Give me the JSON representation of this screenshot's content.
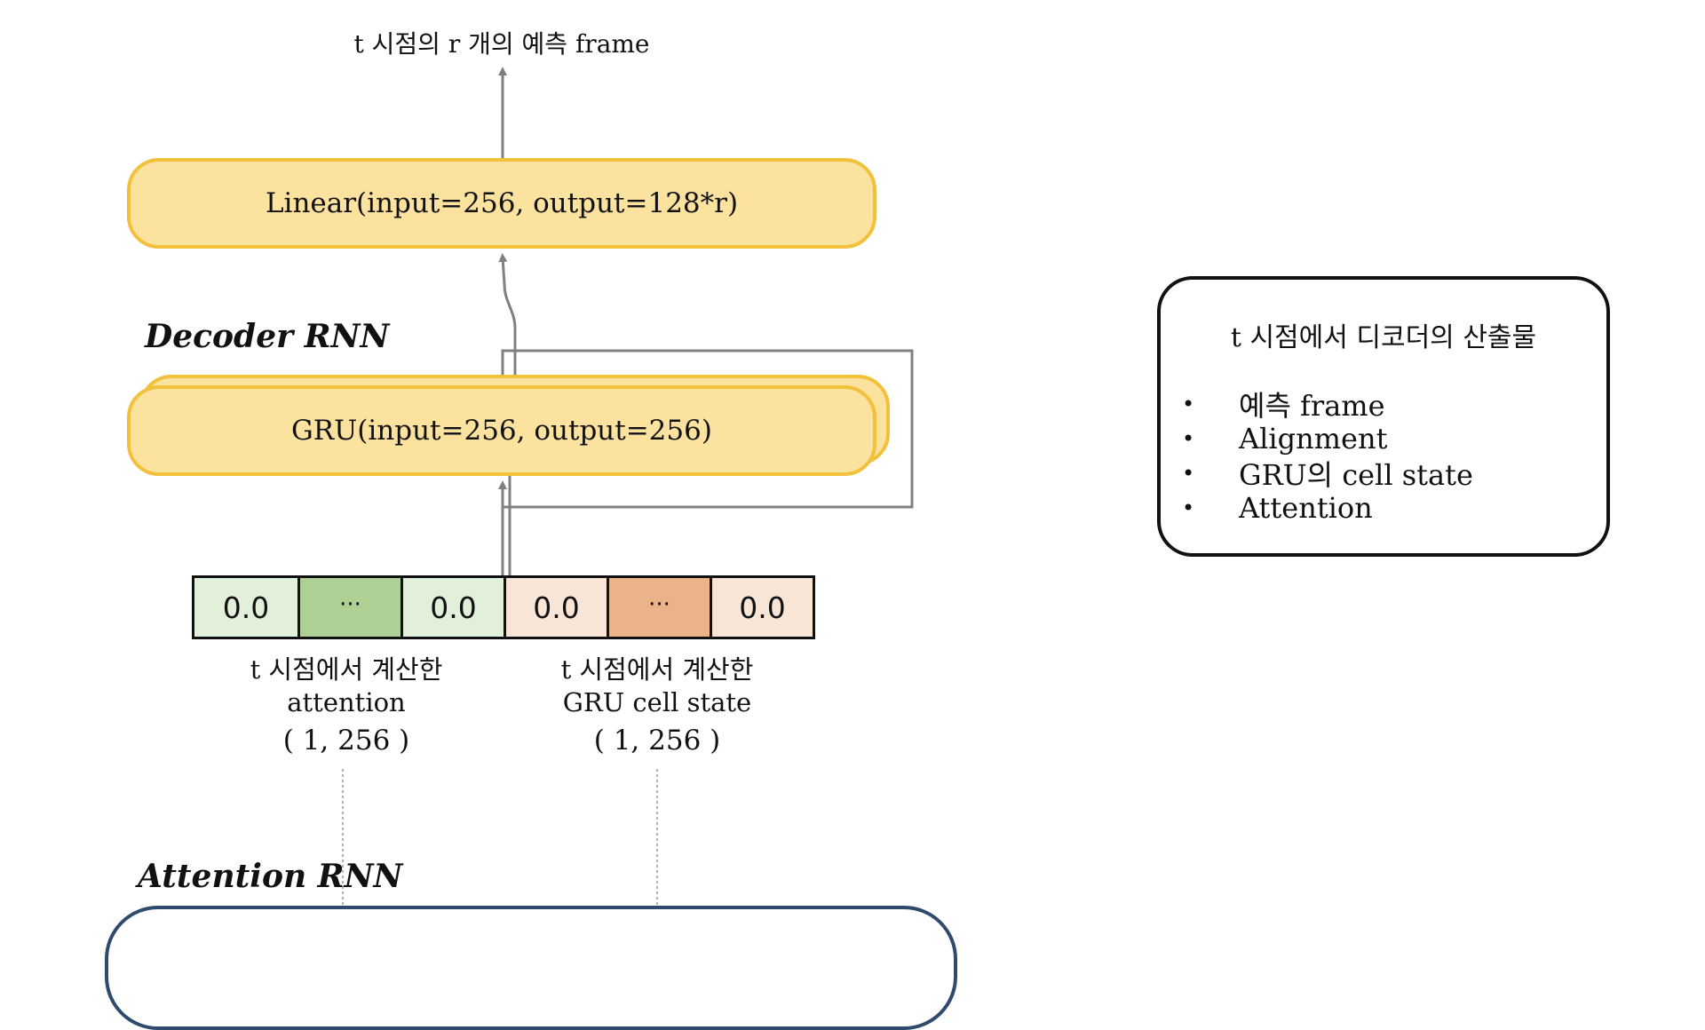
{
  "top_output_label": "t 시점의 r 개의 예측 frame",
  "linear_layer": {
    "label": "Linear(input=256, output=128*r)"
  },
  "decoder_rnn": {
    "title": "Decoder RNN",
    "gru_label": "GRU(input=256, output=256)"
  },
  "input_vector": {
    "cells": [
      "0.0",
      "···",
      "0.0",
      "0.0",
      "···",
      "0.0"
    ],
    "colors": [
      "#e2efd9",
      "#aed095",
      "#e2efd9",
      "#f8e5d6",
      "#eab38a",
      "#f8e5d6"
    ]
  },
  "attention_caption": {
    "line1": "t 시점에서 계산한",
    "line2": "attention",
    "shape": "( 1, 256 )"
  },
  "gru_state_caption": {
    "line1": "t 시점에서 계산한",
    "line2": "GRU cell state",
    "shape": "( 1, 256 )"
  },
  "summary": {
    "title": "t 시점에서 디코더의 산출물",
    "bullet": "•",
    "items": [
      "예측 frame",
      "Alignment",
      "GRU의 cell state",
      "Attention"
    ]
  },
  "attention_rnn": {
    "title": "Attention RNN"
  }
}
